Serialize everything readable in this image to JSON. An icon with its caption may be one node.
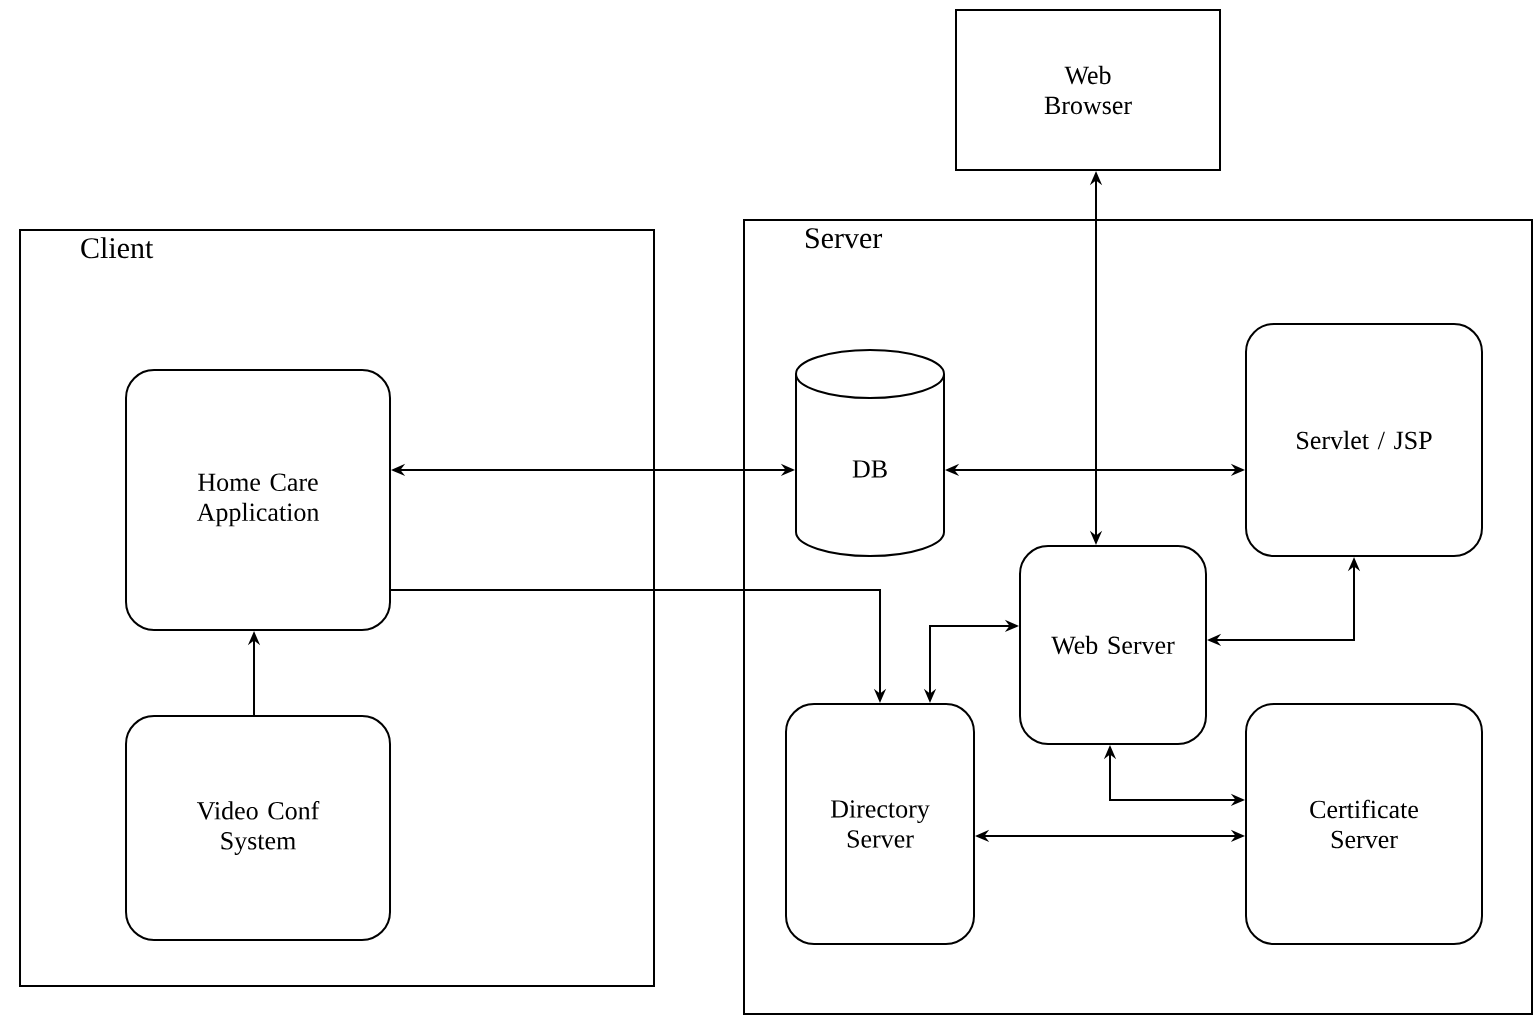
{
  "diagram": {
    "nodes": [
      {
        "text": [
          "Client"
        ]
      },
      {
        "text": [
          "Home Care Application"
        ],
        "in": 0
      },
      {
        "text": [
          "Video Conf System"
        ],
        "in": 0
      },
      {
        "text": [
          "Web Browser"
        ]
      },
      {
        "text": [
          "Server"
        ]
      },
      {
        "text": [
          "DB"
        ],
        "in": 4
      },
      {
        "text": [
          "Servlet / JSP"
        ],
        "in": 4
      },
      {
        "text": [
          "Web Server"
        ],
        "in": 4
      },
      {
        "text": [
          "Directory Server"
        ],
        "in": 4
      },
      {
        "text": [
          "Certificate Server"
        ],
        "in": 4
      }
    ],
    "edges": [
      {
        "from": 1,
        "to": 5,
        "arrow": "both"
      },
      {
        "from": 3,
        "to": 7,
        "arrow": "both"
      },
      {
        "from": 5,
        "to": 6,
        "arrow": "both"
      },
      {
        "from": 1,
        "to": 8,
        "arrow": "to"
      },
      {
        "from": 8,
        "to": 7,
        "arrow": "both"
      },
      {
        "from": 6,
        "to": 7,
        "arrow": "both"
      },
      {
        "from": 7,
        "to": 9,
        "arrow": "both"
      },
      {
        "from": 8,
        "to": 9,
        "arrow": "both"
      },
      {
        "from": 2,
        "to": 1,
        "arrow": "to"
      }
    ]
  }
}
